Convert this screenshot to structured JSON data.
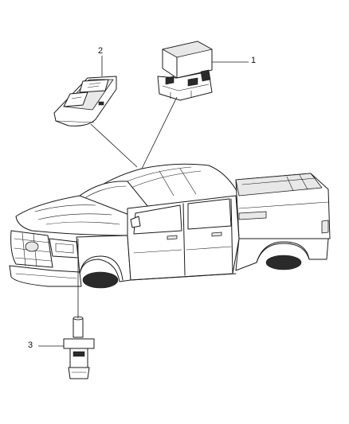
{
  "callouts": [
    {
      "id": "1",
      "label": "1"
    },
    {
      "id": "2",
      "label": "2"
    },
    {
      "id": "3",
      "label": "3"
    }
  ],
  "colors": {
    "line": "#1a1a1a",
    "background": "#ffffff"
  },
  "parts": [
    {
      "callout": "1",
      "icon": "switch-module-icon"
    },
    {
      "callout": "2",
      "icon": "window-switch-bezel-icon"
    },
    {
      "callout": "3",
      "icon": "hood-ajar-switch-icon"
    }
  ]
}
